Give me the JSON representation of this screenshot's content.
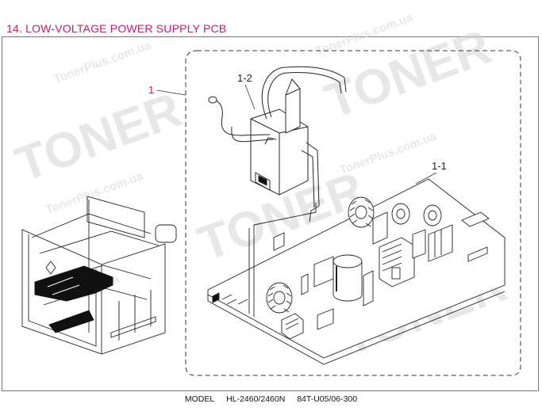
{
  "header": {
    "title": "14. LOW-VOLTAGE POWER SUPPLY PCB"
  },
  "callouts": {
    "assembly": "1",
    "harness": "1-2",
    "board": "1-1"
  },
  "footer": {
    "model_label": "MODEL",
    "model_value": "HL-2460/2460N",
    "doc_code": "84T-U05/06-300"
  },
  "watermark": {
    "brand": "TONER",
    "site": "TonerPlus.com.ua"
  },
  "colors": {
    "title": "#d0156f",
    "callout_main": "#d0156f",
    "line": "#222222"
  }
}
